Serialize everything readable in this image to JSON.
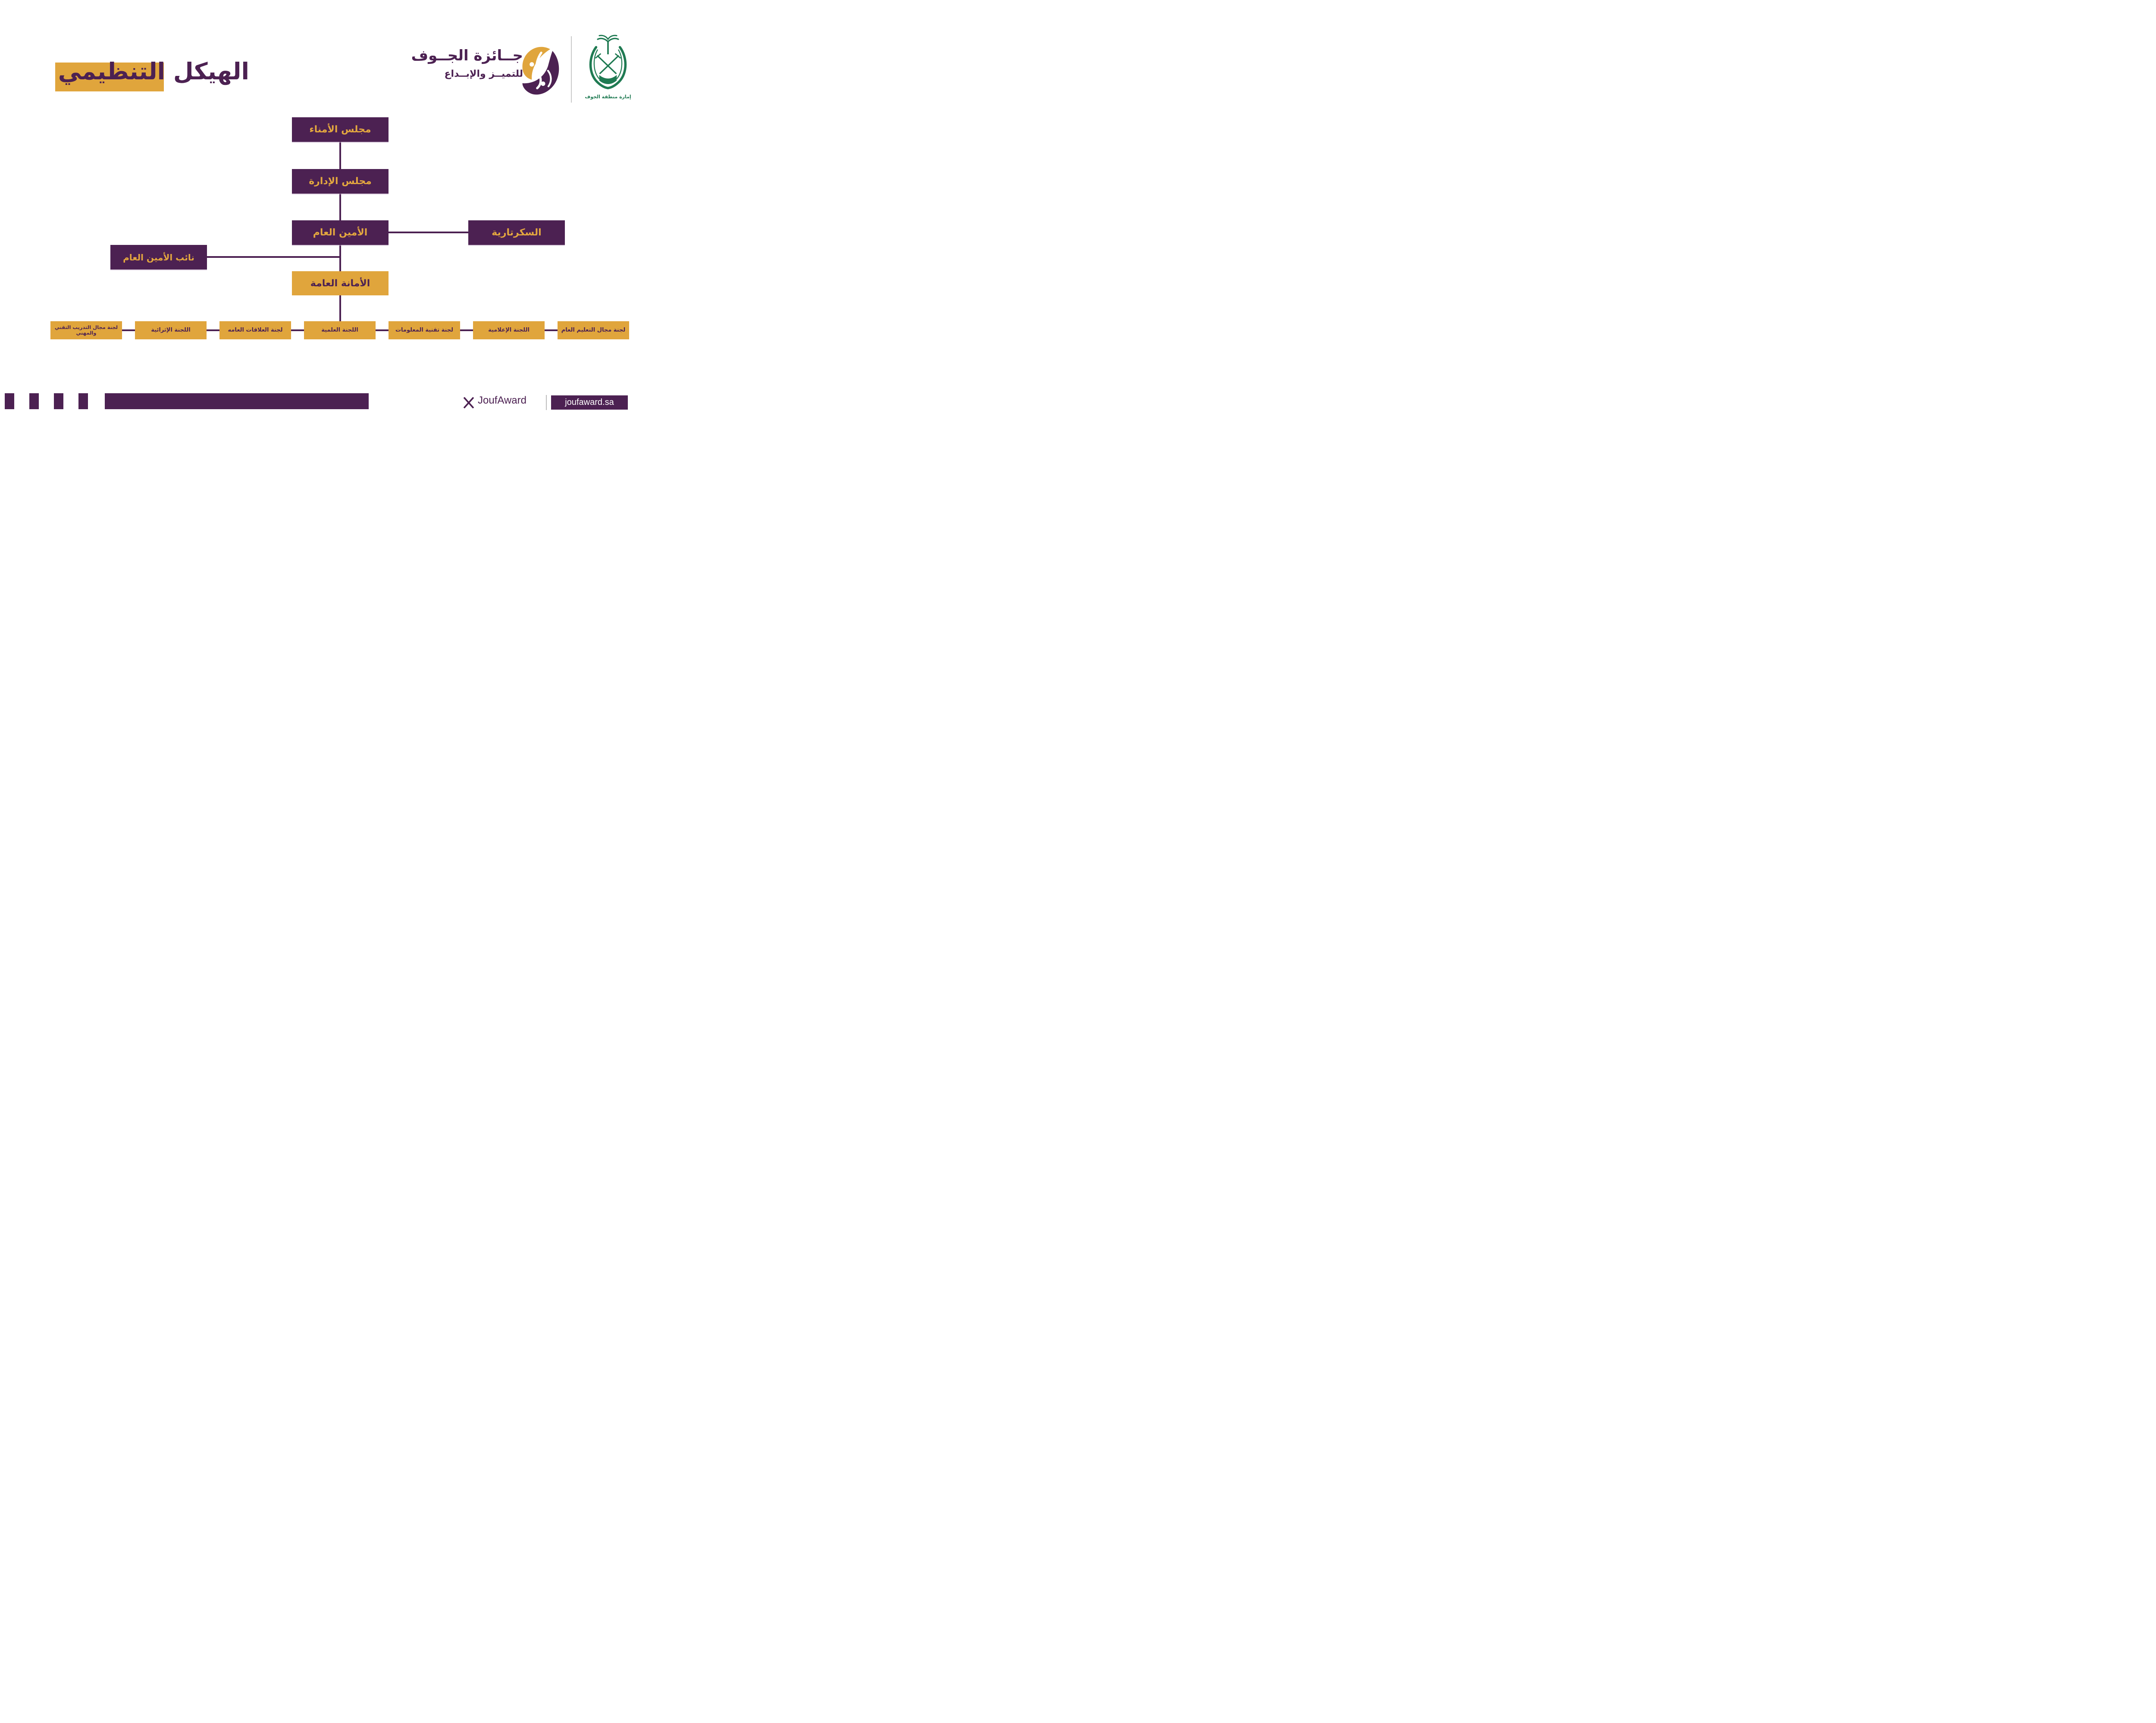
{
  "poster": {
    "title": {
      "text": "الهيكل التنظيمي",
      "highlighted_word": "التنظيمي"
    },
    "brand": {
      "award_name_line1": "جــائزة الجــوف",
      "award_name_line2": "للتميــز والإبــداع",
      "emirate_caption": "إمارة منطقة الجوف"
    },
    "org_chart": {
      "trustees": "مجلس الأمناء",
      "directors": "مجلس الإدارة",
      "secretary_general": "الأمين العام",
      "secretariat": "السكرتارية",
      "deputy_secretary_general": "نائب الأمين العام",
      "general_secretariat": "الأمانة العامة",
      "committees": [
        {
          "label": "لجنة مجال التعليم العام"
        },
        {
          "label": "اللجنة الإعلامية"
        },
        {
          "label": "لجنة تقنية المعلومات"
        },
        {
          "label": "اللجنة العلمية"
        },
        {
          "label": "لجنة العلاقات العامه"
        },
        {
          "label": "اللجنة الإثرائية"
        },
        {
          "label": "لجنة مجال التدريب التقني والمهني"
        }
      ]
    },
    "footer": {
      "x_handle": "JoufAward",
      "website": "joufaward.sa"
    },
    "colors": {
      "purple": "#4C2152",
      "gold": "#E0A53C",
      "green": "#1F7A52"
    }
  }
}
